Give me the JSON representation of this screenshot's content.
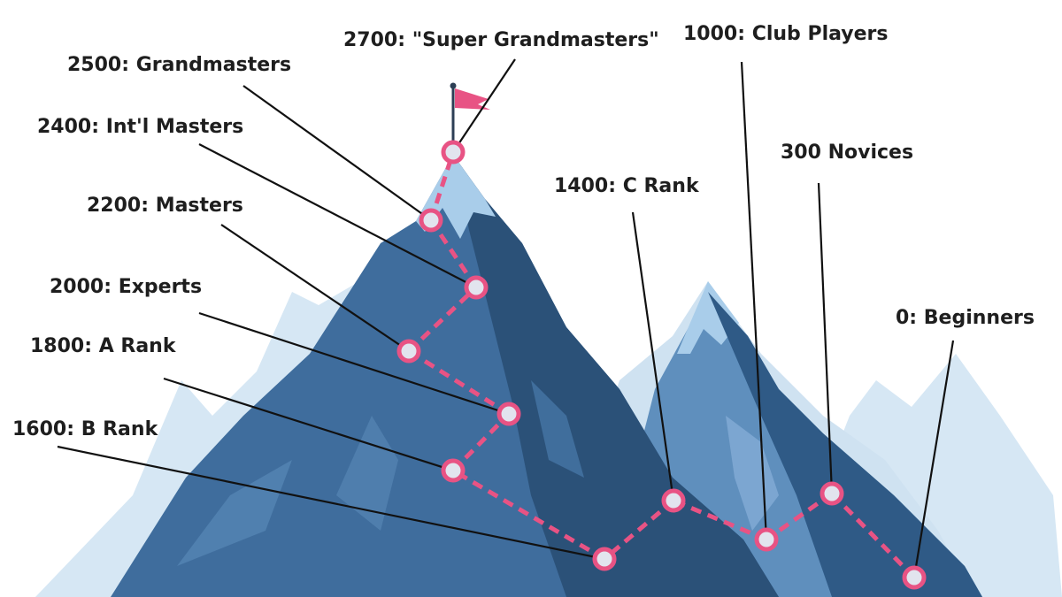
{
  "colors": {
    "background": "#ffffff",
    "mountain_far": "#d6e7f4",
    "mountain_main": "#3f6d9d",
    "mountain_dark": "#2b5178",
    "mountain_mid": "#5f8fbd",
    "snow": "#a9cdea",
    "trail": "#e85384",
    "node_fill": "#e2e4ee",
    "leader": "#111111",
    "flag": "#e85384",
    "flagpole": "#2c3e55"
  },
  "stops": [
    {
      "id": "super-grandmasters",
      "label": "2700: \"Super Grandmasters\""
    },
    {
      "id": "grandmasters",
      "label": "2500: Grandmasters"
    },
    {
      "id": "intl-masters",
      "label": "2400: Int'l Masters"
    },
    {
      "id": "masters",
      "label": "2200: Masters"
    },
    {
      "id": "experts",
      "label": "2000: Experts"
    },
    {
      "id": "a-rank",
      "label": "1800: A Rank"
    },
    {
      "id": "b-rank",
      "label": "1600: B Rank"
    },
    {
      "id": "c-rank",
      "label": "1400: C Rank"
    },
    {
      "id": "club-players",
      "label": "1000: Club Players"
    },
    {
      "id": "novices",
      "label": "300 Novices"
    },
    {
      "id": "beginners",
      "label": "0: Beginners"
    }
  ]
}
